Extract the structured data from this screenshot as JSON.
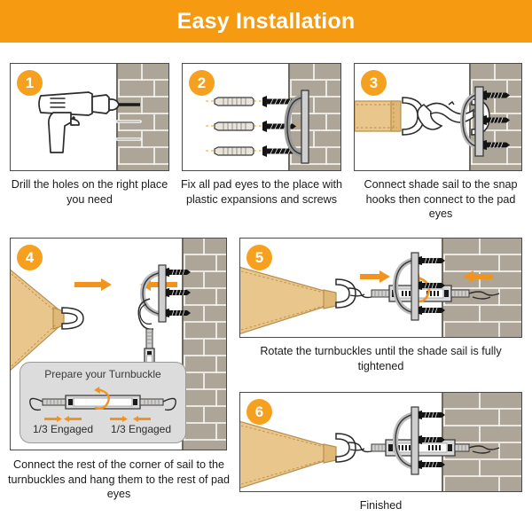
{
  "header": {
    "title": "Easy Installation",
    "bg_color": "#F59A11",
    "text_color": "#FFFFFF"
  },
  "theme": {
    "accent_orange": "#F5A01E",
    "arrow_orange": "#F0941F",
    "brick_color": "#ADA598",
    "mortar_color": "#F5F3EE",
    "sail_color": "#E8C68C",
    "sail_edge_color": "#D9B477",
    "metal_color": "#D9D9D9",
    "outline_color": "#3A3A3A",
    "panel_border": "#4A4A4A",
    "inset_bg": "#DCDCDC"
  },
  "steps": [
    {
      "number": "1",
      "caption": "Drill the holes on the right place you need",
      "icon": "drill-icon"
    },
    {
      "number": "2",
      "caption": "Fix all pad eyes to the place with plastic expansions and screws",
      "icon": "anchors-and-screws-icon"
    },
    {
      "number": "3",
      "caption": "Connect shade sail to the snap hooks then connect to the pad eyes",
      "icon": "snap-hook-icon"
    },
    {
      "number": "4",
      "caption": "Connect the rest of the corner of sail to the turnbuckles and hang them to the rest of pad eyes",
      "icon": "turnbuckle-hanging-icon"
    },
    {
      "number": "5",
      "caption": "Rotate the turnbuckles until the shade sail is fully tightened",
      "icon": "turnbuckle-tighten-icon"
    },
    {
      "number": "6",
      "caption": "Finished",
      "icon": "finished-assembly-icon"
    }
  ],
  "turnbuckle_inset": {
    "title": "Prepare your Turnbuckle",
    "label_left": "1/3 Engaged",
    "label_right": "1/3 Engaged"
  }
}
